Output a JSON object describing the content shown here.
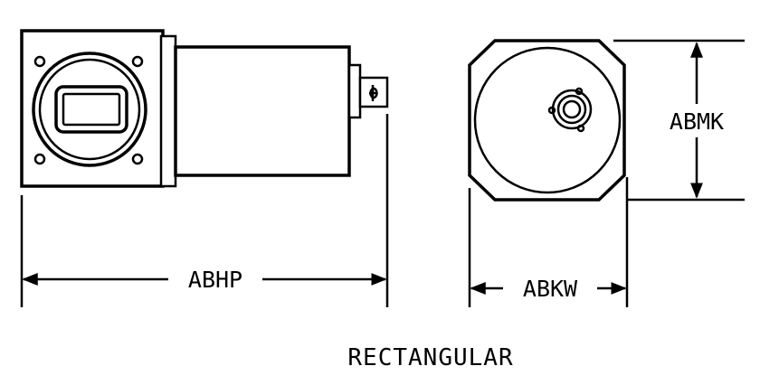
{
  "labels": {
    "length": "ABHP",
    "width": "ABKW",
    "height": "ABMK",
    "caption": "RECTANGULAR"
  }
}
